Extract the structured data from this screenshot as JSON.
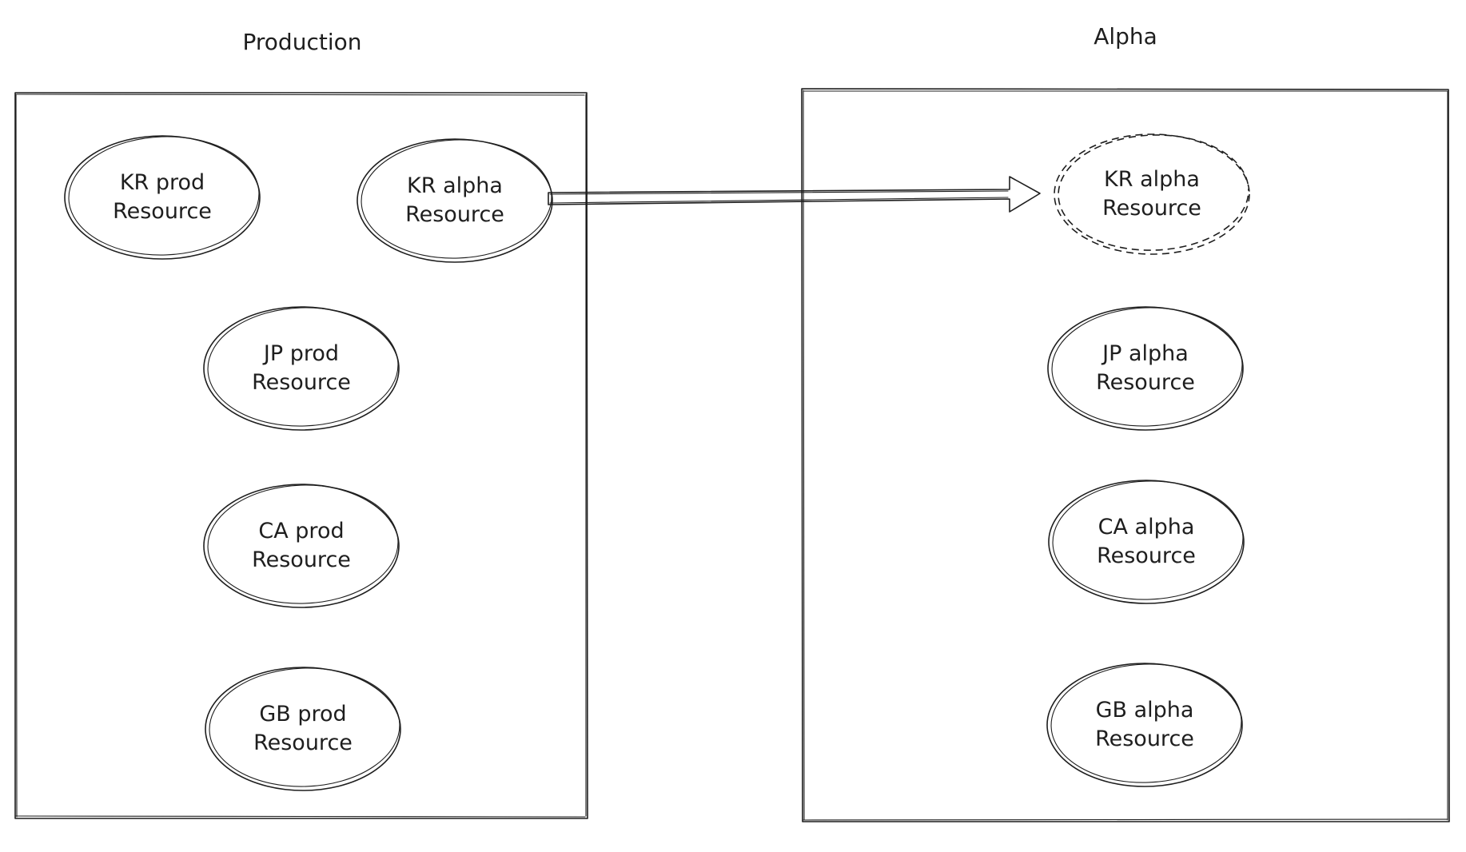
{
  "groups": [
    {
      "id": "production",
      "title": "Production"
    },
    {
      "id": "alpha",
      "title": "Alpha"
    }
  ],
  "nodes": [
    {
      "id": "kr-prod",
      "group": "production",
      "line1": "KR prod",
      "line2": "Resource",
      "style": "solid"
    },
    {
      "id": "kr-alpha-src",
      "group": "production",
      "line1": "KR alpha",
      "line2": "Resource",
      "style": "solid"
    },
    {
      "id": "jp-prod",
      "group": "production",
      "line1": "JP prod",
      "line2": "Resource",
      "style": "solid"
    },
    {
      "id": "ca-prod",
      "group": "production",
      "line1": "CA prod",
      "line2": "Resource",
      "style": "solid"
    },
    {
      "id": "gb-prod",
      "group": "production",
      "line1": "GB prod",
      "line2": "Resource",
      "style": "solid"
    },
    {
      "id": "kr-alpha-dst",
      "group": "alpha",
      "line1": "KR alpha",
      "line2": "Resource",
      "style": "dashed"
    },
    {
      "id": "jp-alpha",
      "group": "alpha",
      "line1": "JP alpha",
      "line2": "Resource",
      "style": "solid"
    },
    {
      "id": "ca-alpha",
      "group": "alpha",
      "line1": "CA alpha",
      "line2": "Resource",
      "style": "solid"
    },
    {
      "id": "gb-alpha",
      "group": "alpha",
      "line1": "GB alpha",
      "line2": "Resource",
      "style": "solid"
    }
  ],
  "edges": [
    {
      "from": "kr-alpha-src",
      "to": "kr-alpha-dst",
      "style": "hollow-arrow"
    }
  ]
}
